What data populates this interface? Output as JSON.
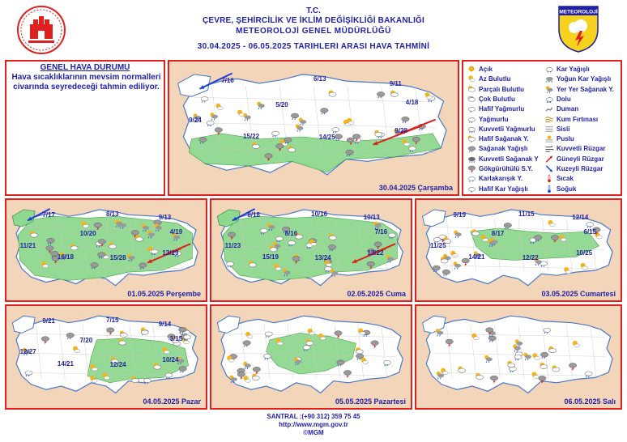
{
  "header": {
    "line1": "T.C.",
    "line2": "ÇEVRE, ŞEHİRCİLİK VE İKLİM DEĞİŞİKLİĞİ BAKANLIĞI",
    "line3": "METEOROLOJİ GENEL MÜDÜRLÜĞÜ",
    "line4": "30.04.2025 - 06.05.2025 TARIHLERI ARASI HAVA TAHMİNİ",
    "logo_right_text": "METEOROLOJİ"
  },
  "general": {
    "title": "GENEL HAVA DURUMU",
    "text": "Hava sıcaklıklarının mevsim normalleri civarında seyredeceği tahmin ediliyor."
  },
  "legend": {
    "left": [
      {
        "label": "Açık",
        "icon": "sun-icon"
      },
      {
        "label": "Az Bulutlu",
        "icon": "few-clouds-icon"
      },
      {
        "label": "Parçalı Bulutlu",
        "icon": "partly-cloudy-icon"
      },
      {
        "label": "Çok Bulutlu",
        "icon": "cloudy-icon"
      },
      {
        "label": "Hafif Yağmurlu",
        "icon": "light-rain-icon"
      },
      {
        "label": "Yağmurlu",
        "icon": "rain-icon"
      },
      {
        "label": "Kuvvetli Yağmurlu",
        "icon": "heavy-rain-icon"
      },
      {
        "label": "Hafif Sağanak Y.",
        "icon": "light-shower-icon"
      },
      {
        "label": "Sağanak Yağışlı",
        "icon": "shower-icon"
      },
      {
        "label": "Kuvvetli Sağanak Y",
        "icon": "heavy-shower-icon"
      },
      {
        "label": "Gökgürültülü S.Y.",
        "icon": "thunderstorm-icon"
      },
      {
        "label": "Karlakarışık Y.",
        "icon": "sleet-icon"
      },
      {
        "label": "Hafif Kar Yağışlı",
        "icon": "light-snow-icon"
      }
    ],
    "right": [
      {
        "label": "Kar Yağışlı",
        "icon": "snow-icon"
      },
      {
        "label": "Yoğun Kar Yağışlı",
        "icon": "heavy-snow-icon"
      },
      {
        "label": "Yer Yer Sağanak Y.",
        "icon": "local-shower-icon"
      },
      {
        "label": "Dolu",
        "icon": "hail-icon"
      },
      {
        "label": "Duman",
        "icon": "smoke-icon"
      },
      {
        "label": "Kum Fırtınası",
        "icon": "sandstorm-icon"
      },
      {
        "label": "Sisli",
        "icon": "fog-icon"
      },
      {
        "label": "Puslu",
        "icon": "haze-icon"
      },
      {
        "label": "Kuvvetli Rüzgar",
        "icon": "strong-wind-icon"
      },
      {
        "label": "Güneyli Rüzgar",
        "icon": "south-wind-arrow-icon"
      },
      {
        "label": "Kuzeyli Rüzgar",
        "icon": "north-wind-arrow-icon"
      },
      {
        "label": "Sıcak",
        "icon": "hot-icon"
      },
      {
        "label": "Soğuk",
        "icon": "cold-icon"
      }
    ]
  },
  "maps": [
    {
      "date": "30.04.2025 Çarşamba",
      "temps": [
        "7/16",
        "6/13",
        "9/11",
        "5/20",
        "4/18",
        "9/24",
        "15/22",
        "14/25",
        "9/28"
      ],
      "green": "south"
    },
    {
      "date": "01.05.2025 Perşembe",
      "temps": [
        "7/17",
        "8/13",
        "9/13",
        "10/20",
        "4/19",
        "11/21",
        "16/18",
        "15/28",
        "13/29"
      ],
      "green": "most"
    },
    {
      "date": "02.05.2025 Cuma",
      "temps": [
        "8/18",
        "10/16",
        "10/13",
        "8/16",
        "7/16",
        "11/23",
        "15/19",
        "13/24",
        "13/22"
      ],
      "green": "most"
    },
    {
      "date": "03.05.2025 Cumartesi",
      "temps": [
        "9/19",
        "11/15",
        "12/14",
        "8/17",
        "6/15",
        "11/25",
        "14/21",
        "12/22",
        "10/25"
      ],
      "green": "middle"
    },
    {
      "date": "04.05.2025 Pazar",
      "temps": [
        "9/21",
        "7/15",
        "9/14",
        "7/20",
        "3/15",
        "12/27",
        "14/21",
        "12/24",
        "10/24"
      ],
      "green": "southeast"
    },
    {
      "date": "05.05.2025 Pazartesi",
      "temps": [],
      "green": "center"
    },
    {
      "date": "06.05.2025 Salı",
      "temps": [],
      "green": "none"
    }
  ],
  "footer": {
    "phone": "SANTRAL :(+90 312) 359 75 45",
    "url": "http://www.mgm.gov.tr",
    "copy": "©MGM"
  },
  "colors": {
    "title_blue": "#1f1fa8",
    "border_red": "#e0201c",
    "map_bg": "#f3d6ba",
    "rain_green": "#8fd98f"
  }
}
